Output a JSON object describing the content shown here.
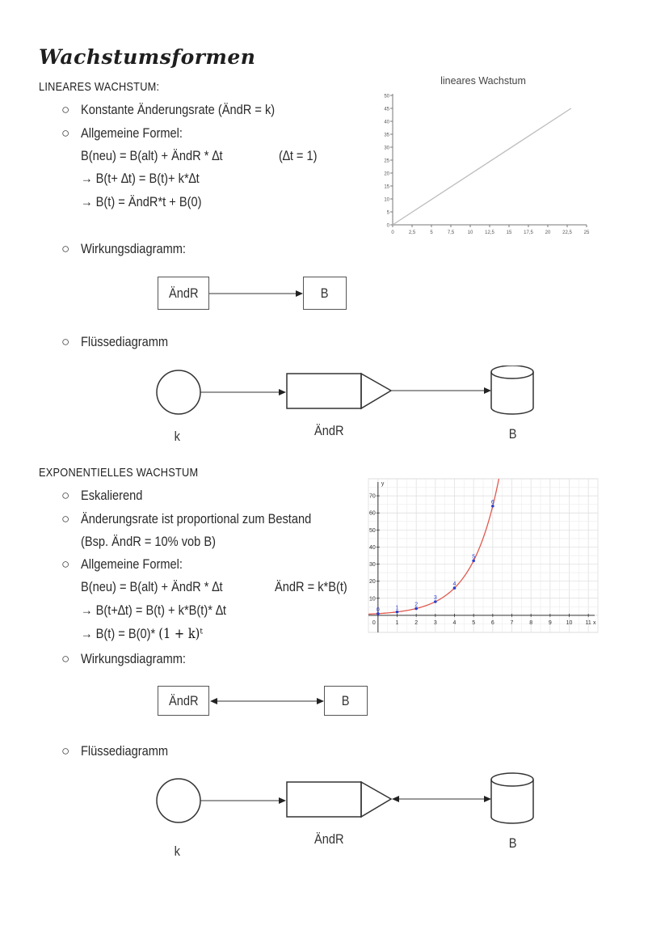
{
  "title": "Wachstumsformen",
  "linear": {
    "heading": "LINEARES WACHSTUM:",
    "bullets": {
      "b1": "Konstante Änderungsrate (ÄndR = k)",
      "b2": "Allgemeine Formel:",
      "f1": "B(neu) = B(alt) + ÄndR * ∆t",
      "f1_side": "(∆t = 1)",
      "f2": "→ B(t+ ∆t) = B(t)+ k*∆t",
      "f3": "→ B(t) = ÄndR*t + B(0)",
      "b3": "Wirkungsdiagramm:",
      "b4": "Flüssediagramm"
    },
    "wirkung": {
      "left": "ÄndR",
      "right": "B"
    },
    "fluss": {
      "k": "k",
      "andr": "ÄndR",
      "b": "B"
    }
  },
  "exponential": {
    "heading": "EXPONENTIELLES WACHSTUM",
    "bullets": {
      "b1": "Eskalierend",
      "b2": "Änderungsrate ist proportional zum Bestand",
      "b2_sub": "(Bsp. ÄndR = 10% vob B)",
      "b3": "Allgemeine Formel:",
      "f1": "B(neu) = B(alt) + ÄndR * ∆t",
      "f1_side": "ÄndR = k*B(t)",
      "f2": "→ B(t+∆t) = B(t) + k*B(t)* ∆t",
      "f3_prefix": "→ B(t) = B(0)* ",
      "f3_math": "(1 + k)ᵗ",
      "b4": "Wirkungsdiagramm:",
      "b5": "Flüssediagramm"
    },
    "wirkung": {
      "left": "ÄndR",
      "right": "B"
    },
    "fluss": {
      "k": "k",
      "andr": "ÄndR",
      "b": "B"
    }
  },
  "chart_data": [
    {
      "type": "line",
      "title": "lineares Wachstum",
      "x": [
        0,
        23
      ],
      "y": [
        0,
        45
      ],
      "xticks": [
        "0",
        "2,5",
        "5",
        "7,5",
        "10",
        "12,5",
        "15",
        "17,5",
        "20",
        "22,5",
        "25"
      ],
      "yticks": [
        "0",
        "5",
        "10",
        "15",
        "20",
        "25",
        "30",
        "35",
        "40",
        "45",
        "50"
      ],
      "xlim": [
        0,
        25
      ],
      "ylim": [
        0,
        50
      ],
      "color": "#bdbdbd",
      "grid": false
    },
    {
      "type": "line",
      "title": "",
      "xlabel": "x",
      "ylabel": "y",
      "x": [
        0,
        1,
        2,
        3,
        4,
        5,
        6
      ],
      "y": [
        1,
        2,
        4,
        8,
        16,
        32,
        64
      ],
      "point_labels": [
        "0",
        "1",
        "2",
        "3",
        "4",
        "5",
        "6"
      ],
      "xticks": [
        "0",
        "1",
        "2",
        "3",
        "4",
        "5",
        "6",
        "7",
        "8",
        "9",
        "10",
        "11"
      ],
      "yticks": [
        "10",
        "20",
        "30",
        "40",
        "50",
        "60",
        "70"
      ],
      "xlim": [
        -0.5,
        11.5
      ],
      "ylim": [
        -10,
        80
      ],
      "line_color": "#e05a4e",
      "point_color": "#2a3fd0",
      "grid": true
    }
  ]
}
